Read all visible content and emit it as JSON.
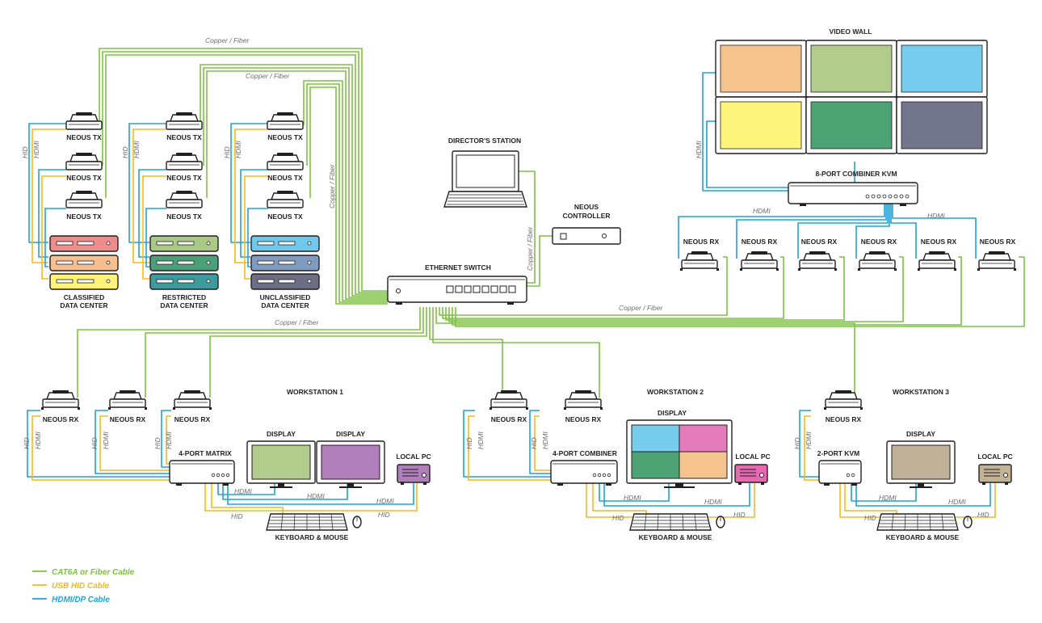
{
  "colors": {
    "cat6a": "#7dc243",
    "usb_hid": "#f6b91b",
    "hdmi": "#1fa3d8",
    "device": "#231f20"
  },
  "cable_labels": {
    "copper_fiber": "Copper / Fiber",
    "hdmi": "HDMI",
    "hid": "HID"
  },
  "devices": {
    "neous_tx": "NEOUS TX",
    "neous_rx": "NEOUS RX",
    "ethernet_switch": "ETHERNET SWITCH",
    "directors_station": "DIRECTOR'S STATION",
    "neous_controller_1": "NEOUS",
    "neous_controller_2": "CONTROLLER",
    "video_wall": "VIDEO WALL",
    "combiner_8port": "8-PORT COMBINER KVM",
    "matrix_4port": "4-PORT MATRIX",
    "combiner_4port": "4-PORT COMBINER",
    "kvm_2port": "2-PORT KVM",
    "display": "DISPLAY",
    "local_pc": "LOCAL PC",
    "keyboard_mouse": "KEYBOARD & MOUSE"
  },
  "data_centers": [
    {
      "line1": "CLASSIFIED",
      "line2": "DATA CENTER",
      "colors": [
        "#ee8b8b",
        "#f6bf8c",
        "#fff27a"
      ]
    },
    {
      "line1": "RESTRICTED",
      "line2": "DATA CENTER",
      "colors": [
        "#a9c985",
        "#4aa078",
        "#3f9a9d"
      ]
    },
    {
      "line1": "UNCLASSIFIED",
      "line2": "DATA CENTER",
      "colors": [
        "#6ec9ec",
        "#7e9cc2",
        "#6b6e85"
      ]
    }
  ],
  "workstations": [
    "WORKSTATION 1",
    "WORKSTATION 2",
    "WORKSTATION 3"
  ],
  "video_wall_colors": [
    "#f5c48e",
    "#b2cc8d",
    "#76cdee",
    "#fdf57b",
    "#4ea375",
    "#73758c"
  ],
  "display_colors": {
    "ws1_left": "#b2cc8d",
    "ws1_right": "#b07fbc",
    "ws2_quad": [
      "#76cdee",
      "#e57bba",
      "#4ea375",
      "#f5c48e"
    ],
    "ws3": "#c0b098"
  },
  "local_pc_colors": [
    "#b07fbc",
    "#e568b1",
    "#c2b397"
  ],
  "legend": [
    {
      "label": "CAT6A or Fiber Cable",
      "color": "#7dc243"
    },
    {
      "label": "USB HID Cable",
      "color": "#f6b91b"
    },
    {
      "label": "HDMI/DP Cable",
      "color": "#1fa3d8"
    }
  ]
}
